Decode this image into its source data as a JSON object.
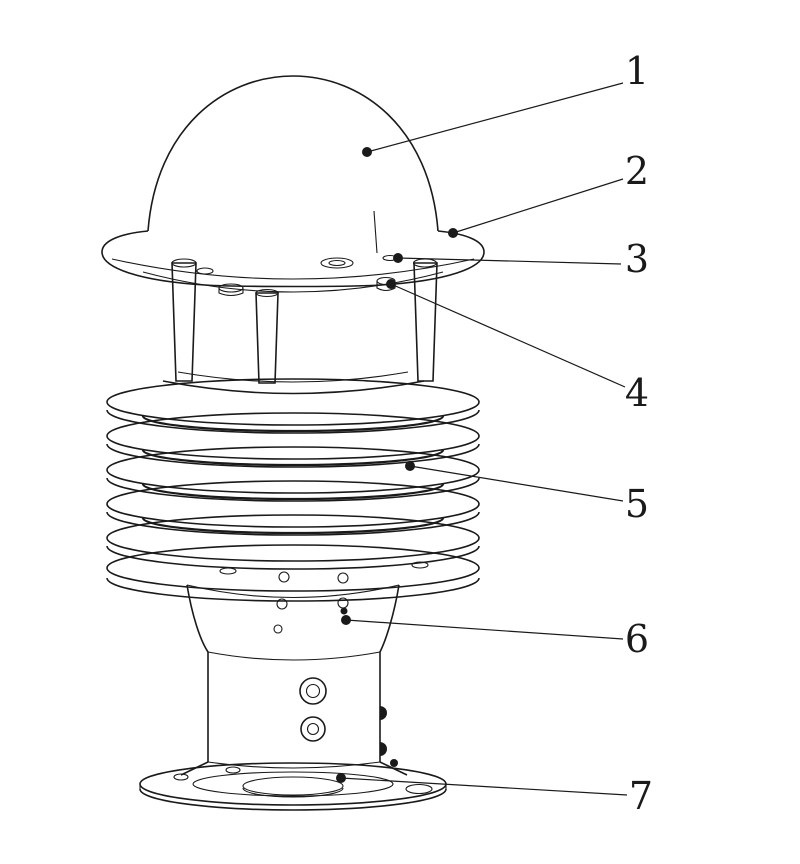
{
  "figure": {
    "kind": "technical-line-drawing",
    "background_color": "#ffffff",
    "line_color": "#1a1a1a",
    "subject": "multi-plate louvered weather sensor assembly with numbered part callouts"
  },
  "callouts": [
    {
      "label": "1"
    },
    {
      "label": "2"
    },
    {
      "label": "3"
    },
    {
      "label": "4"
    },
    {
      "label": "5"
    },
    {
      "label": "6"
    },
    {
      "label": "7"
    }
  ]
}
